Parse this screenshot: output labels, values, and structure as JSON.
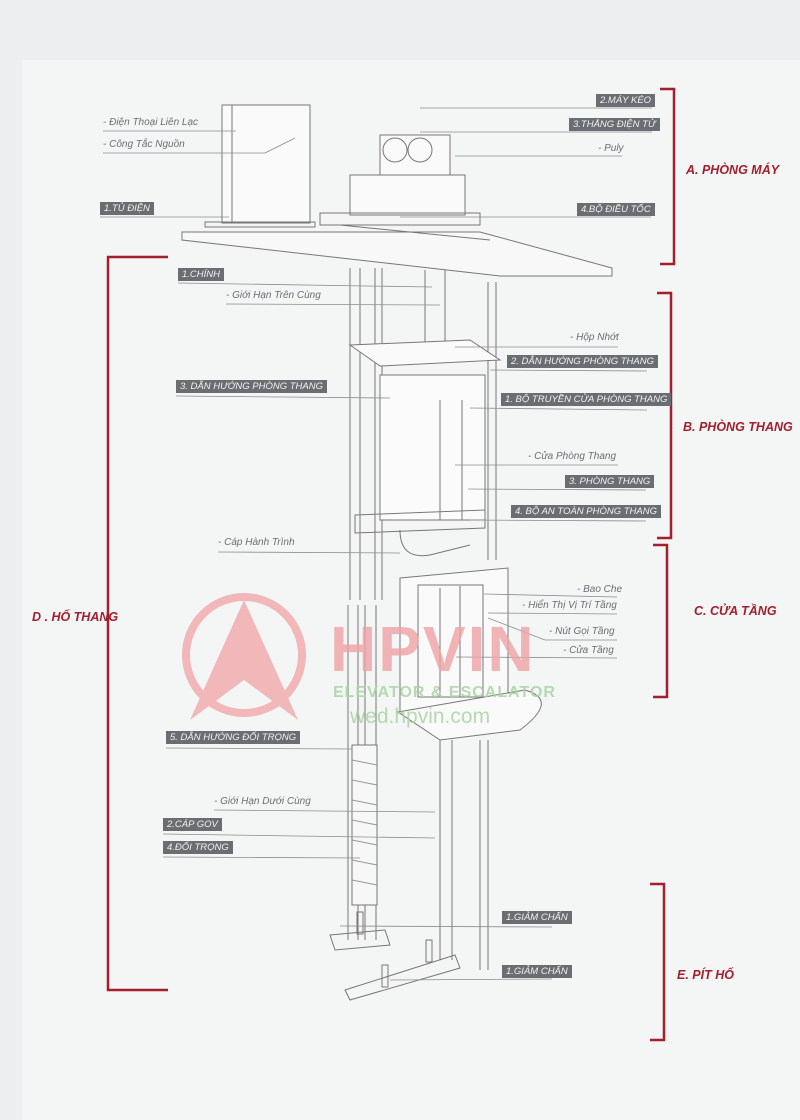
{
  "sections": {
    "a": "A. PHÒNG MÁY",
    "b": "B. PHÒNG THANG",
    "c": "C. CỬA TẦNG",
    "d": "D . HỐ THANG",
    "e": "E. PÍT HỐ"
  },
  "machine_room": {
    "dien_thoai": "- Điện Thoại Liên Lạc",
    "cong_tac": "- Công Tắc Nguồn",
    "tu_dien": "1.TỦ ĐIỆN",
    "may_keo": "2.MÁY KÉO",
    "thang_dien_tu": "3.THẮNG ĐIỆN TỬ",
    "puly": "- Puly",
    "bo_dieu_toc": "4.BỘ ĐIỀU TỐC"
  },
  "shaft": {
    "chinh": "1.CHÍNH",
    "gioi_han_tren": "- Giới Hạn Trên Cùng",
    "dan_huong_phong_thang": "3. DẪN HƯỚNG PHÒNG THANG",
    "cap_hanh_trinh": "- Cáp Hành Trình",
    "dan_huong_doi_trong": "5. DẪN HƯỚNG ĐỐI TRỌNG",
    "gioi_han_duoi": "- Giới Hạn Dưới Cùng",
    "cap_gov": "2.CÁP GOV",
    "doi_trong": "4.ĐỐI TRỌNG"
  },
  "car": {
    "hop_nhot": "- Hộp Nhớt",
    "dan_huong": "2. DẪN HƯỚNG PHÒNG THANG",
    "bo_truyen_cua": "1. BỘ TRUYỀN CỬA PHÒNG THANG",
    "cua_phong_thang": "- Cửa Phòng Thang",
    "phong_thang": "3. PHÒNG THANG",
    "bo_an_toan": "4. BỘ AN TOÀN PHÒNG THANG"
  },
  "landing": {
    "bao_che": "- Bao Che",
    "hien_thi": "- Hiển Thị Vị Trí Tầng",
    "nut_goi": "- Nút Gọi Tầng",
    "cua_tang": "- Cửa Tầng"
  },
  "pit": {
    "giam_chan_1": "1.GIẢM CHẤN",
    "giam_chan_2": "1.GIẢM CHẤN"
  },
  "watermark": {
    "brand": "HPVIN",
    "tagline": "ELEVATOR & ESCALATOR",
    "url": "wed.hpvin.com"
  },
  "colors": {
    "accent": "#a11f2e",
    "label_box": "#6a6d71",
    "line": "#6b6e72"
  }
}
